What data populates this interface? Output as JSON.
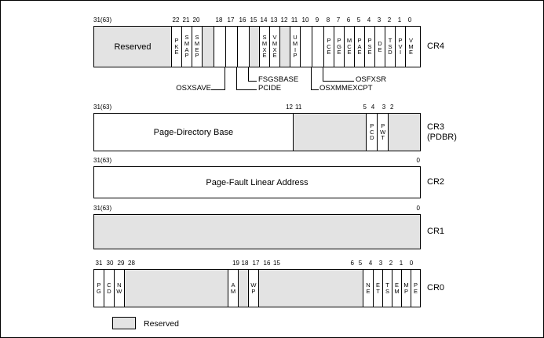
{
  "legend": {
    "swatch_label": "Reserved",
    "reserved_color": "#e3e3e3",
    "line_color": "#000000",
    "background_color": "#ffffff"
  },
  "registers": [
    {
      "id": "cr4",
      "name": "CR4",
      "name_sub": "",
      "left_tick": "31(63)",
      "ticks": [
        "22",
        "21",
        "20",
        "18",
        "17",
        "16",
        "15",
        "14",
        "13",
        "12",
        "11",
        "10",
        "9",
        "8",
        "7",
        "6",
        "5",
        "4",
        "3",
        "2",
        "1",
        "0"
      ],
      "fields": [
        {
          "label": "Reserved",
          "orient": "horizontal",
          "bits": "31(63)-23",
          "shaded": true
        },
        {
          "label": "PKE",
          "orient": "vertical",
          "bit": "22",
          "shaded": false
        },
        {
          "label": "SMAP",
          "orient": "vertical",
          "bit": "21",
          "shaded": false
        },
        {
          "label": "SMEP",
          "orient": "vertical",
          "bit": "20",
          "shaded": false
        },
        {
          "label": "",
          "orient": "vertical",
          "bit": "19",
          "shaded": true
        },
        {
          "label": "",
          "orient": "vertical",
          "bit": "18",
          "shaded": false
        },
        {
          "label": "",
          "orient": "vertical",
          "bit": "17",
          "shaded": false
        },
        {
          "label": "",
          "orient": "vertical",
          "bit": "16",
          "shaded": false
        },
        {
          "label": "",
          "orient": "vertical",
          "bit": "15",
          "shaded": true
        },
        {
          "label": "SMXE",
          "orient": "vertical",
          "bit": "14",
          "shaded": false
        },
        {
          "label": "VMXE",
          "orient": "vertical",
          "bit": "13",
          "shaded": false
        },
        {
          "label": "",
          "orient": "vertical",
          "bit": "12",
          "shaded": true
        },
        {
          "label": "UMIP",
          "orient": "vertical",
          "bit": "11",
          "shaded": false
        },
        {
          "label": "",
          "orient": "vertical",
          "bit": "10",
          "shaded": false
        },
        {
          "label": "",
          "orient": "vertical",
          "bit": "9",
          "shaded": false
        },
        {
          "label": "PCE",
          "orient": "vertical",
          "bit": "8",
          "shaded": false
        },
        {
          "label": "PGE",
          "orient": "vertical",
          "bit": "7",
          "shaded": false
        },
        {
          "label": "MCE",
          "orient": "vertical",
          "bit": "6",
          "shaded": false
        },
        {
          "label": "PAE",
          "orient": "vertical",
          "bit": "5",
          "shaded": false
        },
        {
          "label": "PSE",
          "orient": "vertical",
          "bit": "4",
          "shaded": false
        },
        {
          "label": "DE",
          "orient": "vertical",
          "bit": "3",
          "shaded": false
        },
        {
          "label": "TSD",
          "orient": "vertical",
          "bit": "2",
          "shaded": false
        },
        {
          "label": "PVI",
          "orient": "vertical",
          "bit": "1",
          "shaded": false
        },
        {
          "label": "VME",
          "orient": "vertical",
          "bit": "0",
          "shaded": false
        }
      ],
      "callouts": [
        {
          "label": "OSXSAVE",
          "bit": "18"
        },
        {
          "label": "PCIDE",
          "bit": "17"
        },
        {
          "label": "FSGSBASE",
          "bit": "16"
        },
        {
          "label": "OSXMMEXCPT",
          "bit": "10"
        },
        {
          "label": "OSFXSR",
          "bit": "9"
        }
      ]
    },
    {
      "id": "cr3",
      "name": "CR3",
      "name_sub": "(PDBR)",
      "left_tick": "31(63)",
      "ticks": [
        "12",
        "11",
        "5",
        "4",
        "3",
        "2"
      ],
      "fields": [
        {
          "label": "Page-Directory Base",
          "orient": "horizontal",
          "bits": "31(63)-12",
          "shaded": false
        },
        {
          "label": "",
          "orient": "vertical",
          "bits": "11-5",
          "shaded": true
        },
        {
          "label": "PCD",
          "orient": "vertical",
          "bit": "4",
          "shaded": false
        },
        {
          "label": "PWT",
          "orient": "vertical",
          "bit": "3",
          "shaded": false
        },
        {
          "label": "",
          "orient": "vertical",
          "bits": "2-0",
          "shaded": true
        }
      ],
      "callouts": []
    },
    {
      "id": "cr2",
      "name": "CR2",
      "name_sub": "",
      "left_tick": "31(63)",
      "ticks": [
        "0"
      ],
      "fields": [
        {
          "label": "Page-Fault Linear Address",
          "orient": "horizontal",
          "bits": "31(63)-0",
          "shaded": false
        }
      ],
      "callouts": []
    },
    {
      "id": "cr1",
      "name": "CR1",
      "name_sub": "",
      "left_tick": "31(63)",
      "ticks": [
        "0"
      ],
      "fields": [
        {
          "label": "",
          "orient": "horizontal",
          "bits": "31(63)-0",
          "shaded": true
        }
      ],
      "callouts": []
    },
    {
      "id": "cr0",
      "name": "CR0",
      "name_sub": "",
      "left_tick": "31",
      "ticks": [
        "31",
        "30",
        "29",
        "28",
        "19",
        "18",
        "17",
        "16",
        "15",
        "6",
        "5",
        "4",
        "3",
        "2",
        "1",
        "0"
      ],
      "fields": [
        {
          "label": "PG",
          "orient": "vertical",
          "bit": "31",
          "shaded": false
        },
        {
          "label": "CD",
          "orient": "vertical",
          "bit": "30",
          "shaded": false
        },
        {
          "label": "NW",
          "orient": "vertical",
          "bit": "29",
          "shaded": false
        },
        {
          "label": "",
          "orient": "vertical",
          "bits": "28-19",
          "shaded": true
        },
        {
          "label": "AM",
          "orient": "vertical",
          "bit": "18",
          "shaded": false
        },
        {
          "label": "",
          "orient": "vertical",
          "bit": "17",
          "shaded": true
        },
        {
          "label": "WP",
          "orient": "vertical",
          "bit": "16",
          "shaded": false
        },
        {
          "label": "",
          "orient": "vertical",
          "bits": "15-6",
          "shaded": true
        },
        {
          "label": "NE",
          "orient": "vertical",
          "bit": "5",
          "shaded": false
        },
        {
          "label": "ET",
          "orient": "vertical",
          "bit": "4",
          "shaded": false
        },
        {
          "label": "TS",
          "orient": "vertical",
          "bit": "3",
          "shaded": false
        },
        {
          "label": "EM",
          "orient": "vertical",
          "bit": "2",
          "shaded": false
        },
        {
          "label": "MP",
          "orient": "vertical",
          "bit": "1",
          "shaded": false
        },
        {
          "label": "PE",
          "orient": "vertical",
          "bit": "0",
          "shaded": false
        }
      ],
      "callouts": []
    }
  ]
}
